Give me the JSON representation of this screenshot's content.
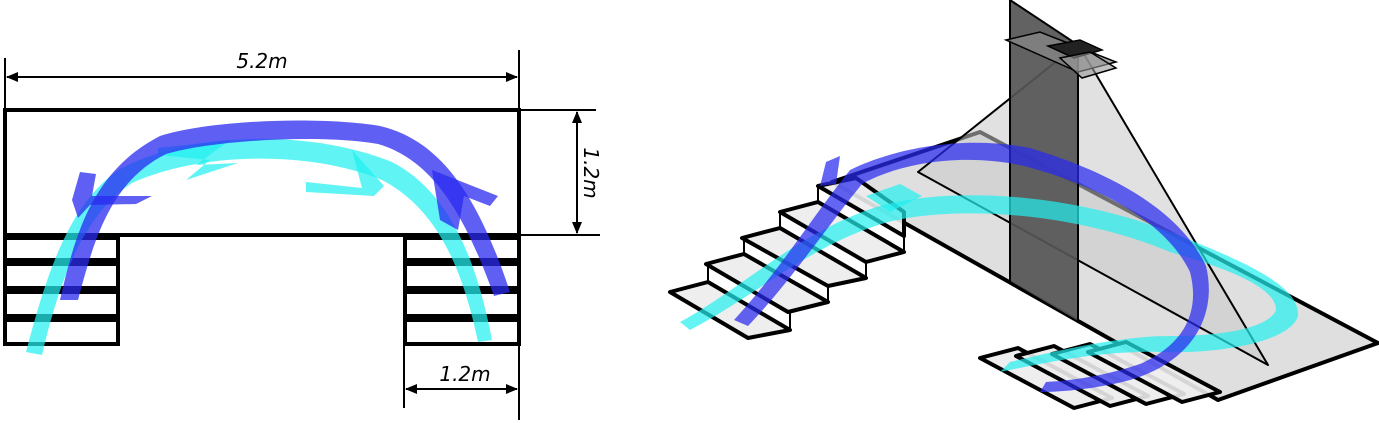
{
  "plan_view": {
    "dimensions": {
      "platform_length": "5.2m",
      "platform_width": "1.2m",
      "stair_width": "1.2m"
    }
  },
  "colors": {
    "blue_path": "#2a2af0",
    "cyan_path": "#22f0f0",
    "dark_wall": "#555555",
    "light_plane": "#d9d9d9",
    "tread": "#ececec"
  }
}
